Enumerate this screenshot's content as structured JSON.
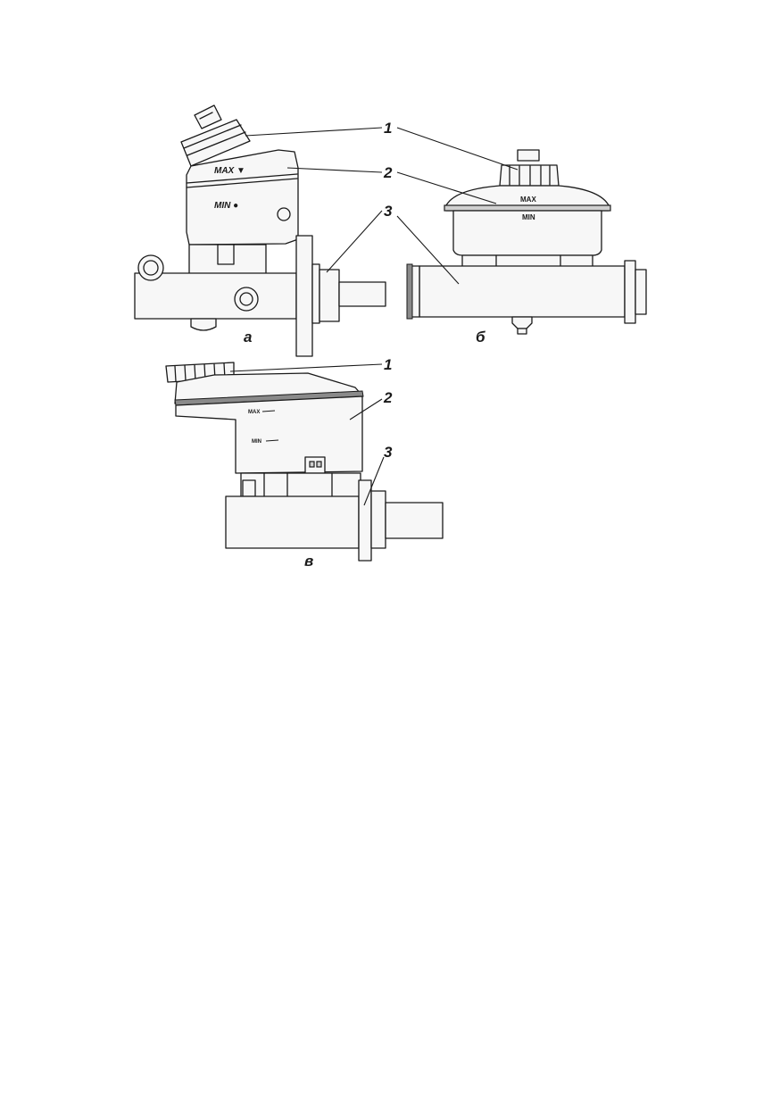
{
  "views": [
    {
      "label": "а",
      "reservoir_marks": {
        "max": "MAX ▼",
        "min": "MIN ●"
      },
      "callouts": [
        "1",
        "2",
        "3"
      ]
    },
    {
      "label": "б",
      "reservoir_marks": {
        "max": "MAX",
        "min": "MIN"
      },
      "callouts": []
    },
    {
      "label": "в",
      "reservoir_marks": {
        "max": "MAX",
        "min": "MIN"
      },
      "callouts": [
        "1",
        "2",
        "3"
      ]
    }
  ]
}
